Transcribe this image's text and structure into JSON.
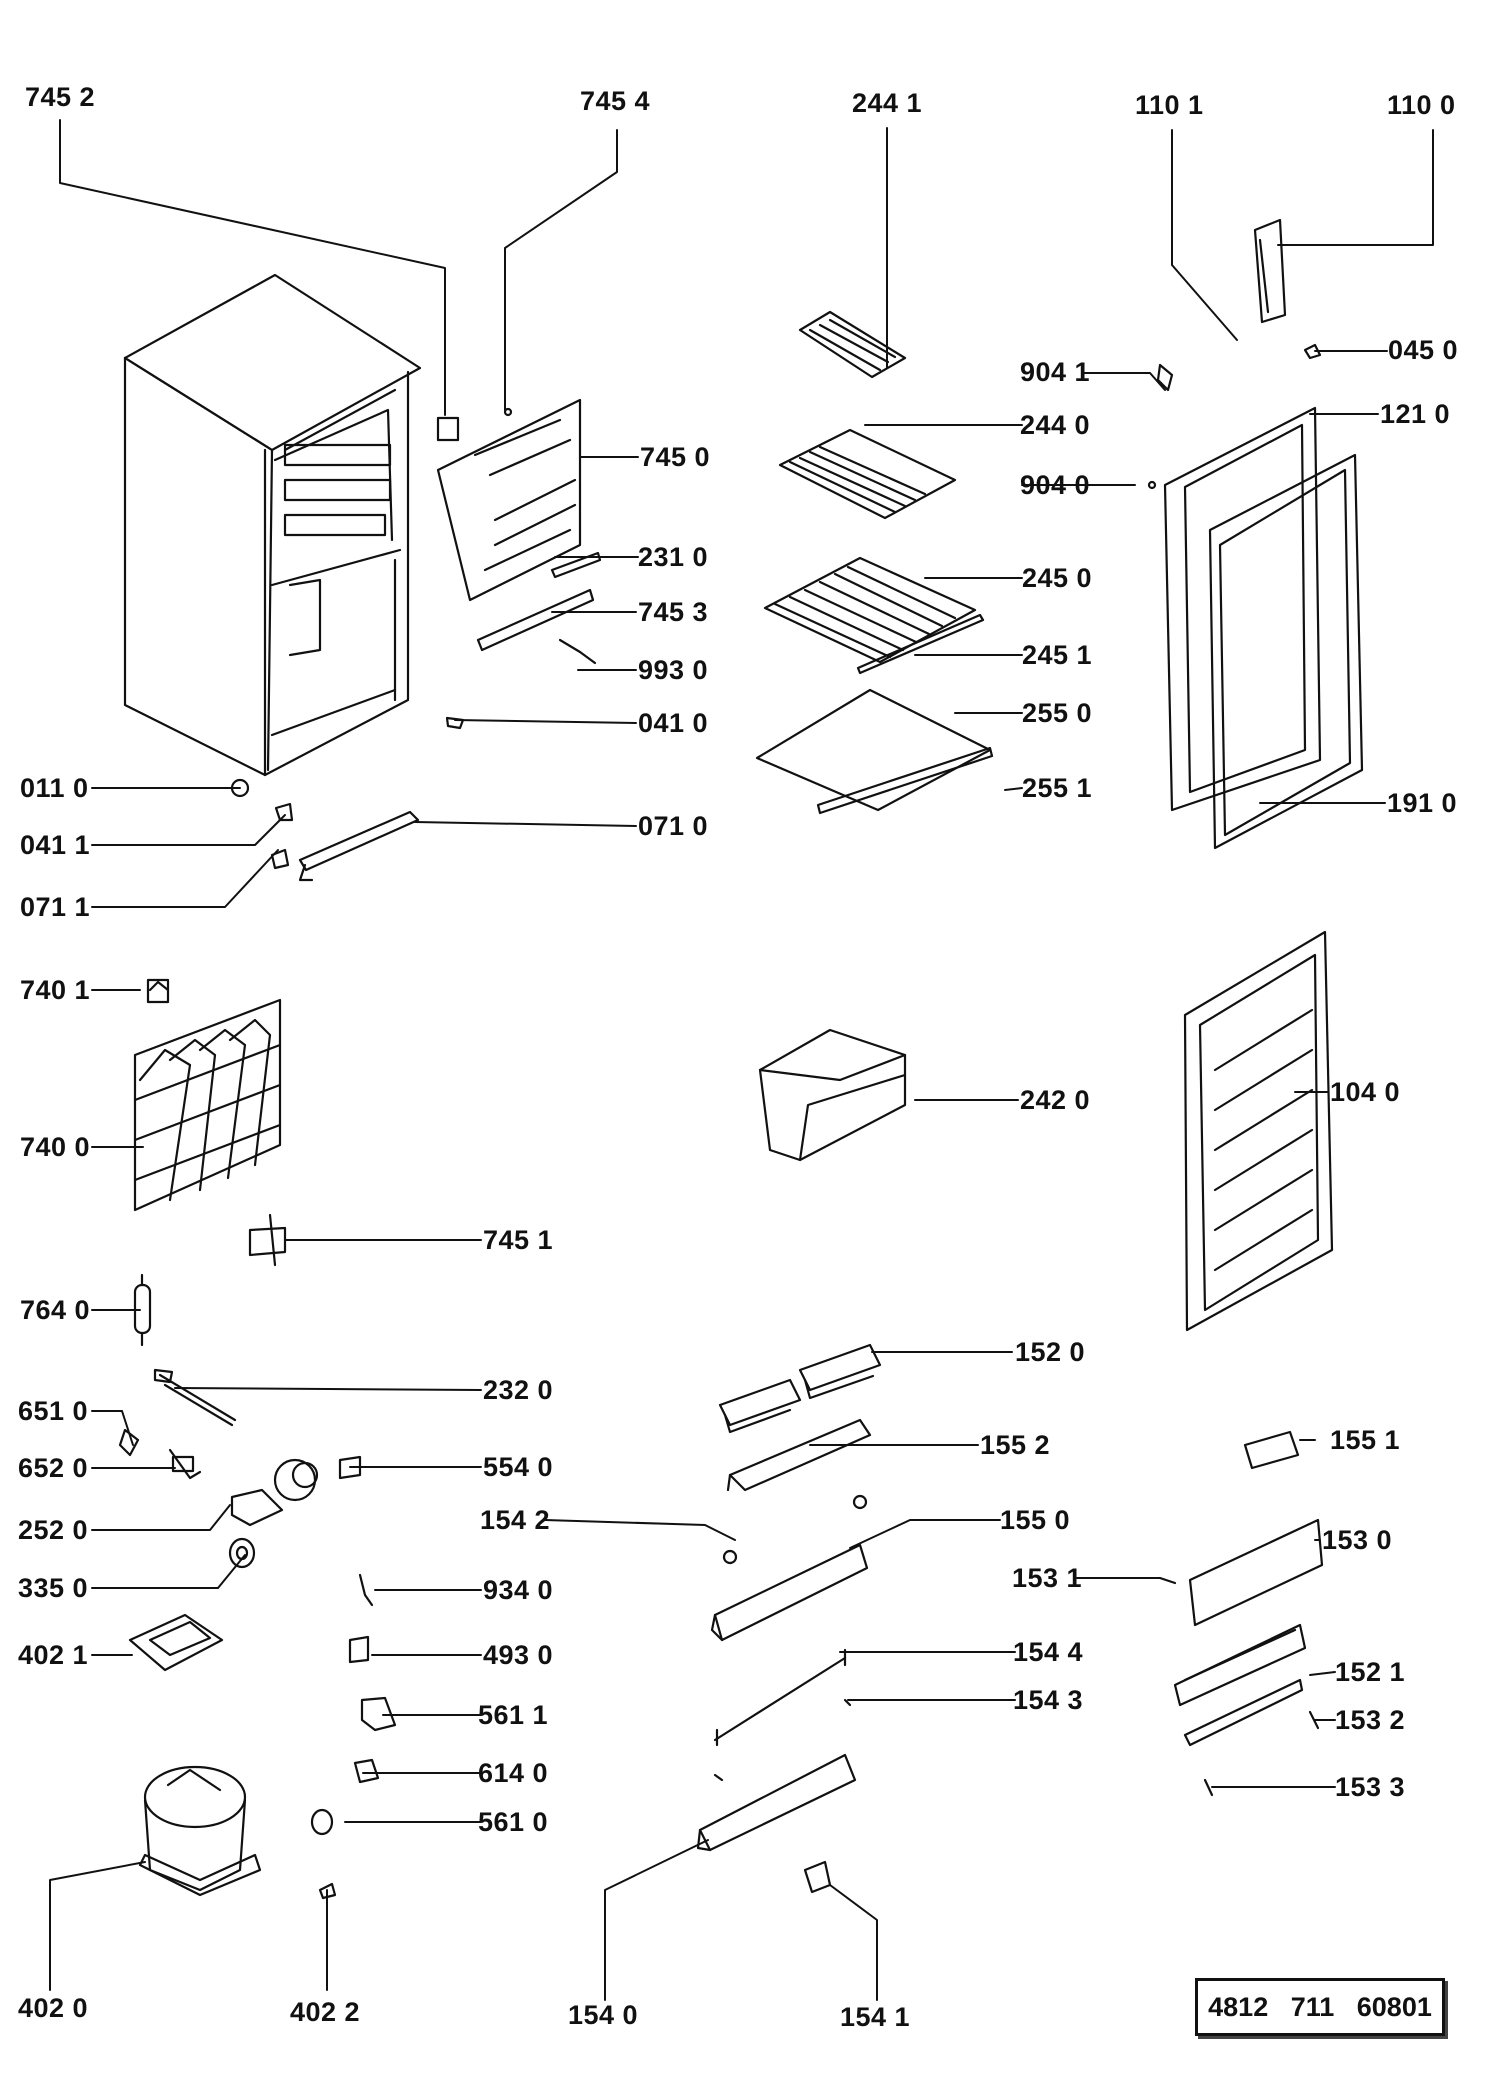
{
  "labels": {
    "745_2": "745 2",
    "745_4": "745 4",
    "244_1": "244 1",
    "110_1": "110 1",
    "110_0": "110 0",
    "045_0": "045 0",
    "904_1": "904 1",
    "121_0": "121 0",
    "244_0": "244 0",
    "904_0": "904 0",
    "745_0": "745 0",
    "231_0": "231 0",
    "745_3": "745 3",
    "993_0": "993 0",
    "041_0": "041 0",
    "245_0": "245 0",
    "245_1": "245 1",
    "255_0": "255 0",
    "255_1": "255 1",
    "191_0": "191 0",
    "011_0": "011 0",
    "041_1": "041 1",
    "071_1": "071 1",
    "071_0": "071 0",
    "740_1": "740 1",
    "740_0": "740 0",
    "745_1": "745 1",
    "764_0": "764 0",
    "242_0": "242 0",
    "104_0": "104 0",
    "232_0": "232 0",
    "651_0": "651 0",
    "652_0": "652 0",
    "554_0": "554 0",
    "252_0": "252 0",
    "335_0": "335 0",
    "934_0": "934 0",
    "402_1": "402 1",
    "493_0": "493 0",
    "561_1": "561 1",
    "614_0": "614 0",
    "561_0": "561 0",
    "402_0": "402 0",
    "402_2": "402 2",
    "152_0": "152 0",
    "155_2": "155 2",
    "155_1": "155 1",
    "154_2": "154 2",
    "155_0": "155 0",
    "153_0": "153 0",
    "153_1": "153 1",
    "154_4": "154 4",
    "154_3": "154 3",
    "152_1": "152 1",
    "153_2": "153 2",
    "153_3": "153 3",
    "154_0": "154 0",
    "154_1": "154 1"
  },
  "reference": "4812   711   60801"
}
